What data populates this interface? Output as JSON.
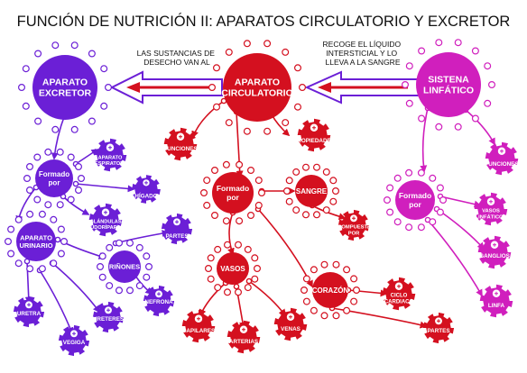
{
  "title": "FUNCIÓN DE NUTRICIÓN II: APARATOS CIRCULATORIO Y EXCRETOR",
  "colors": {
    "red": "#d4101f",
    "purple": "#6b1fd6",
    "magenta": "#d01fbd",
    "text": "#111111"
  },
  "main_nodes": {
    "excretor": [
      "APARATO",
      "EXCRETOR"
    ],
    "circulatorio": [
      "APARATO",
      "CIRCULATORIO"
    ],
    "linfatico": [
      "SISTENA",
      "LINFÁTICO"
    ]
  },
  "arrow_labels": {
    "left": [
      "LAS SUSTANCIAS DE",
      "DESECHO VAN AL"
    ],
    "right": [
      "RECOGE EL LÍQUIDO",
      "INTERSTICIAL Y LO",
      "LLEVA A LA SANGRE"
    ]
  },
  "circulatorio_nodes": {
    "funciones": "FUNCIONES",
    "propiedades": "PROPIEDADES",
    "formado_por": [
      "Formado",
      "por"
    ],
    "sangre": "SANGRE",
    "compuesta_por": [
      "COMPUESTa",
      "POR"
    ],
    "vasos": "VASOS",
    "corazon": "CORAZÓN",
    "capilares": "CAPILARES",
    "arterias": "ARTERIAS",
    "venas": "VENAS",
    "ciclo_cardiaco": [
      "CICLO",
      "CARDIACO"
    ],
    "partes": "PARTES"
  },
  "excretor_nodes": {
    "formado_por": [
      "Formado",
      "por"
    ],
    "aparato_respiratorio": [
      "APARATO",
      "RESPIRATORIO"
    ],
    "higado": "HÍGADO",
    "glandulas": [
      "GLÁNDULAS",
      "SUDORÍPARAS"
    ],
    "aparato_urinario": [
      "APARATO",
      "URINARIO"
    ],
    "partes": "PARTES",
    "rinones": "RIÑONES",
    "nefrona": "NEFRONA",
    "uretra": "URETRA",
    "ureteres": "URETERES",
    "vegiga": "VEGIGA"
  },
  "linfatico_nodes": {
    "funciones": "FUNCIONES",
    "formado_por": [
      "Formado",
      "por"
    ],
    "vasos_linfaticos": [
      "VASOS",
      "LINFÁTICOS"
    ],
    "ganglios": "GANGLIOS",
    "linfa": "LINFA"
  }
}
